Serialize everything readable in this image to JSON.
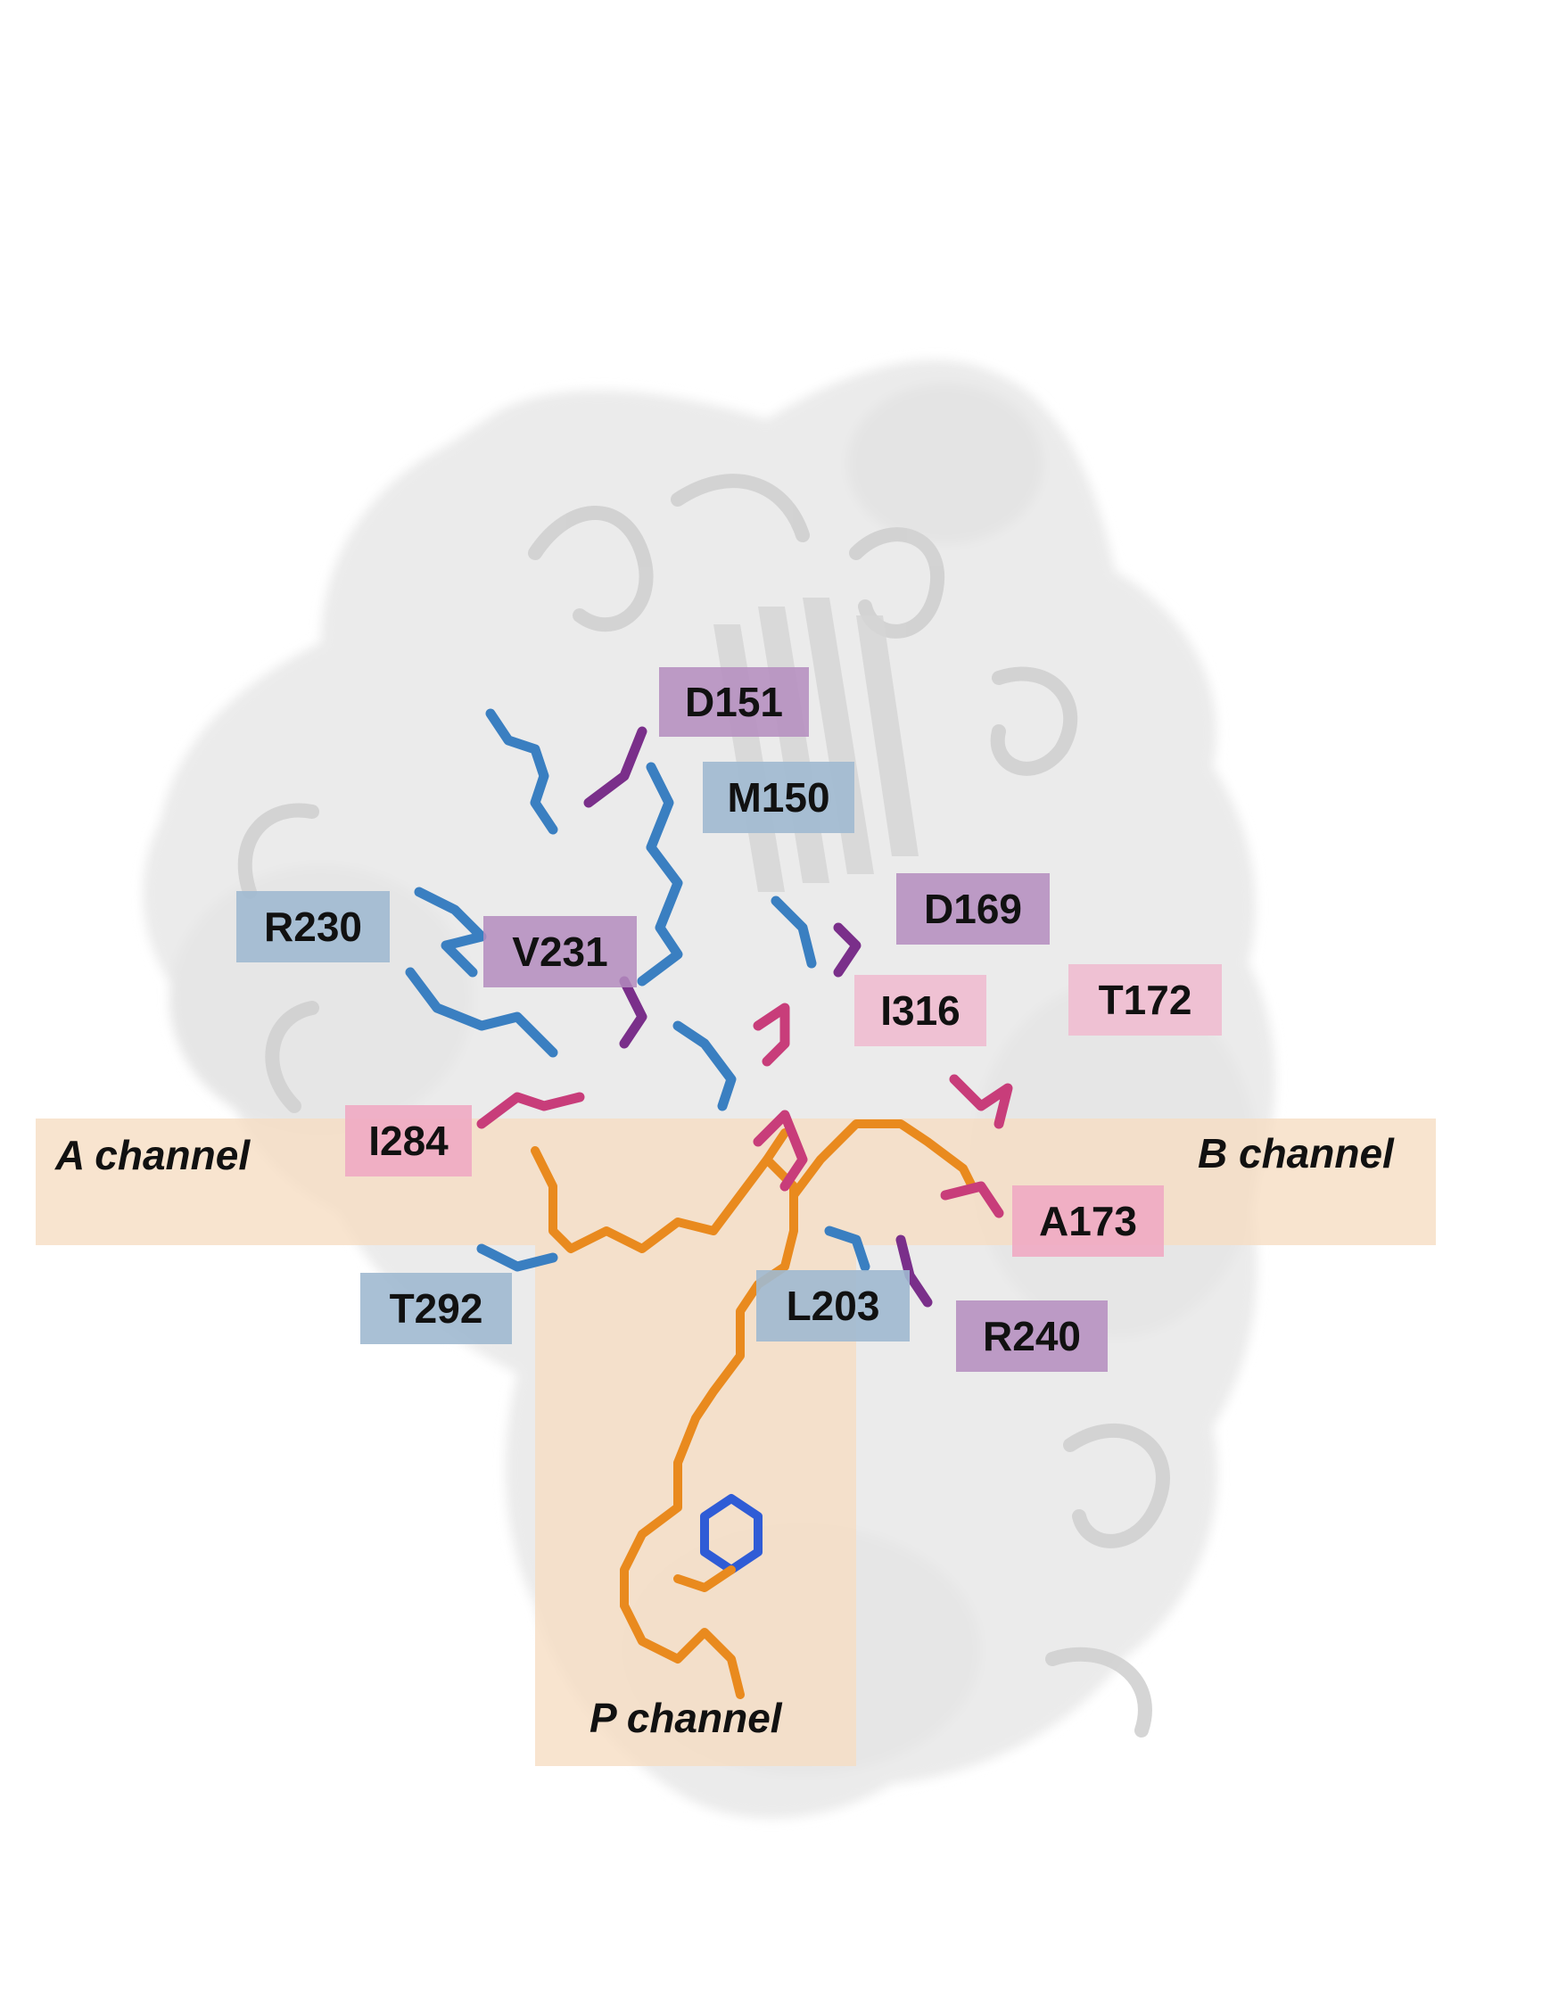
{
  "colors": {
    "blue_residue": "#3a7fc1",
    "purple_residue": "#7a2f8a",
    "pink_residue": "#c83d7a",
    "ligand": "#e98a1e",
    "channel_highlight": "#f6dcc2",
    "protein_surface": "#e8e8e8",
    "protein_cartoon": "#cfcfcf",
    "label_blue_bg": "#a9bdd0",
    "label_purple_bg": "#c7a9cc",
    "label_pink_bg": "#f0bcd0"
  },
  "channels": {
    "a": "A channel",
    "b": "B channel",
    "p": "P channel"
  },
  "residues": [
    {
      "id": "d151",
      "text": "D151",
      "group": "purple"
    },
    {
      "id": "m150",
      "text": "M150",
      "group": "blue"
    },
    {
      "id": "d169",
      "text": "D169",
      "group": "purple"
    },
    {
      "id": "r230",
      "text": "R230",
      "group": "blue"
    },
    {
      "id": "v231",
      "text": "V231",
      "group": "purple"
    },
    {
      "id": "i316",
      "text": "I316",
      "group": "pink"
    },
    {
      "id": "t172",
      "text": "T172",
      "group": "pink"
    },
    {
      "id": "i284",
      "text": "I284",
      "group": "pink"
    },
    {
      "id": "a173",
      "text": "A173",
      "group": "pink"
    },
    {
      "id": "t292",
      "text": "T292",
      "group": "blue"
    },
    {
      "id": "l203",
      "text": "L203",
      "group": "blue"
    },
    {
      "id": "r240",
      "text": "R240",
      "group": "purple"
    }
  ]
}
